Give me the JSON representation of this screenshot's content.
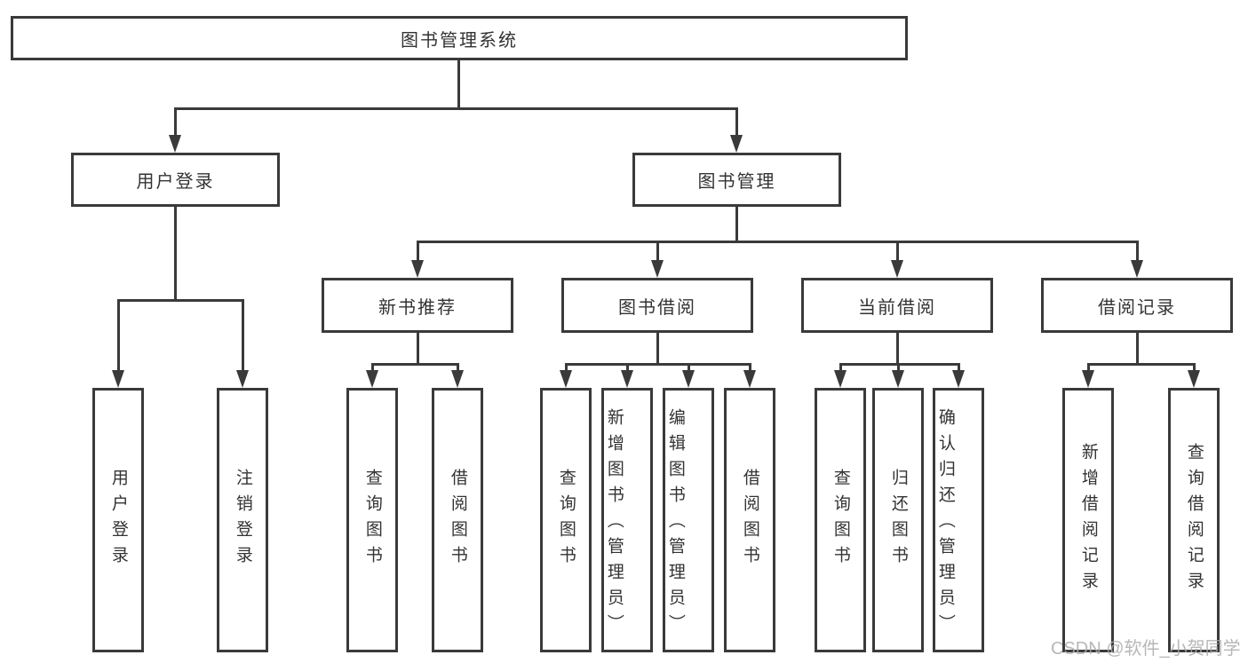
{
  "diagram": {
    "root": {
      "label": "图书管理系统"
    },
    "level2": [
      {
        "label": "用户登录"
      },
      {
        "label": "图书管理"
      }
    ],
    "level3": [
      {
        "label": "新书推荐"
      },
      {
        "label": "图书借阅"
      },
      {
        "label": "当前借阅"
      },
      {
        "label": "借阅记录"
      }
    ],
    "leaves": {
      "user_login": [
        "用户登录",
        "注销登录"
      ],
      "new_book": [
        "查询图书",
        "借阅图书"
      ],
      "book_borrow": [
        "查询图书",
        "新增图书（管理员）",
        "编辑图书（管理员）",
        "借阅图书"
      ],
      "current_borrow": [
        "查询图书",
        "归还图书",
        "确认归还（管理员）"
      ],
      "borrow_records": [
        "新增借阅记录",
        "查询借阅记录"
      ]
    }
  },
  "watermark": {
    "text": "CSDN @软件_小贺同学"
  },
  "colors": {
    "line": "#3a3a3a",
    "box_border": "#3a3a3a",
    "box_fill": "#ffffff",
    "text": "#333333",
    "watermark": "#aaaaaa"
  }
}
